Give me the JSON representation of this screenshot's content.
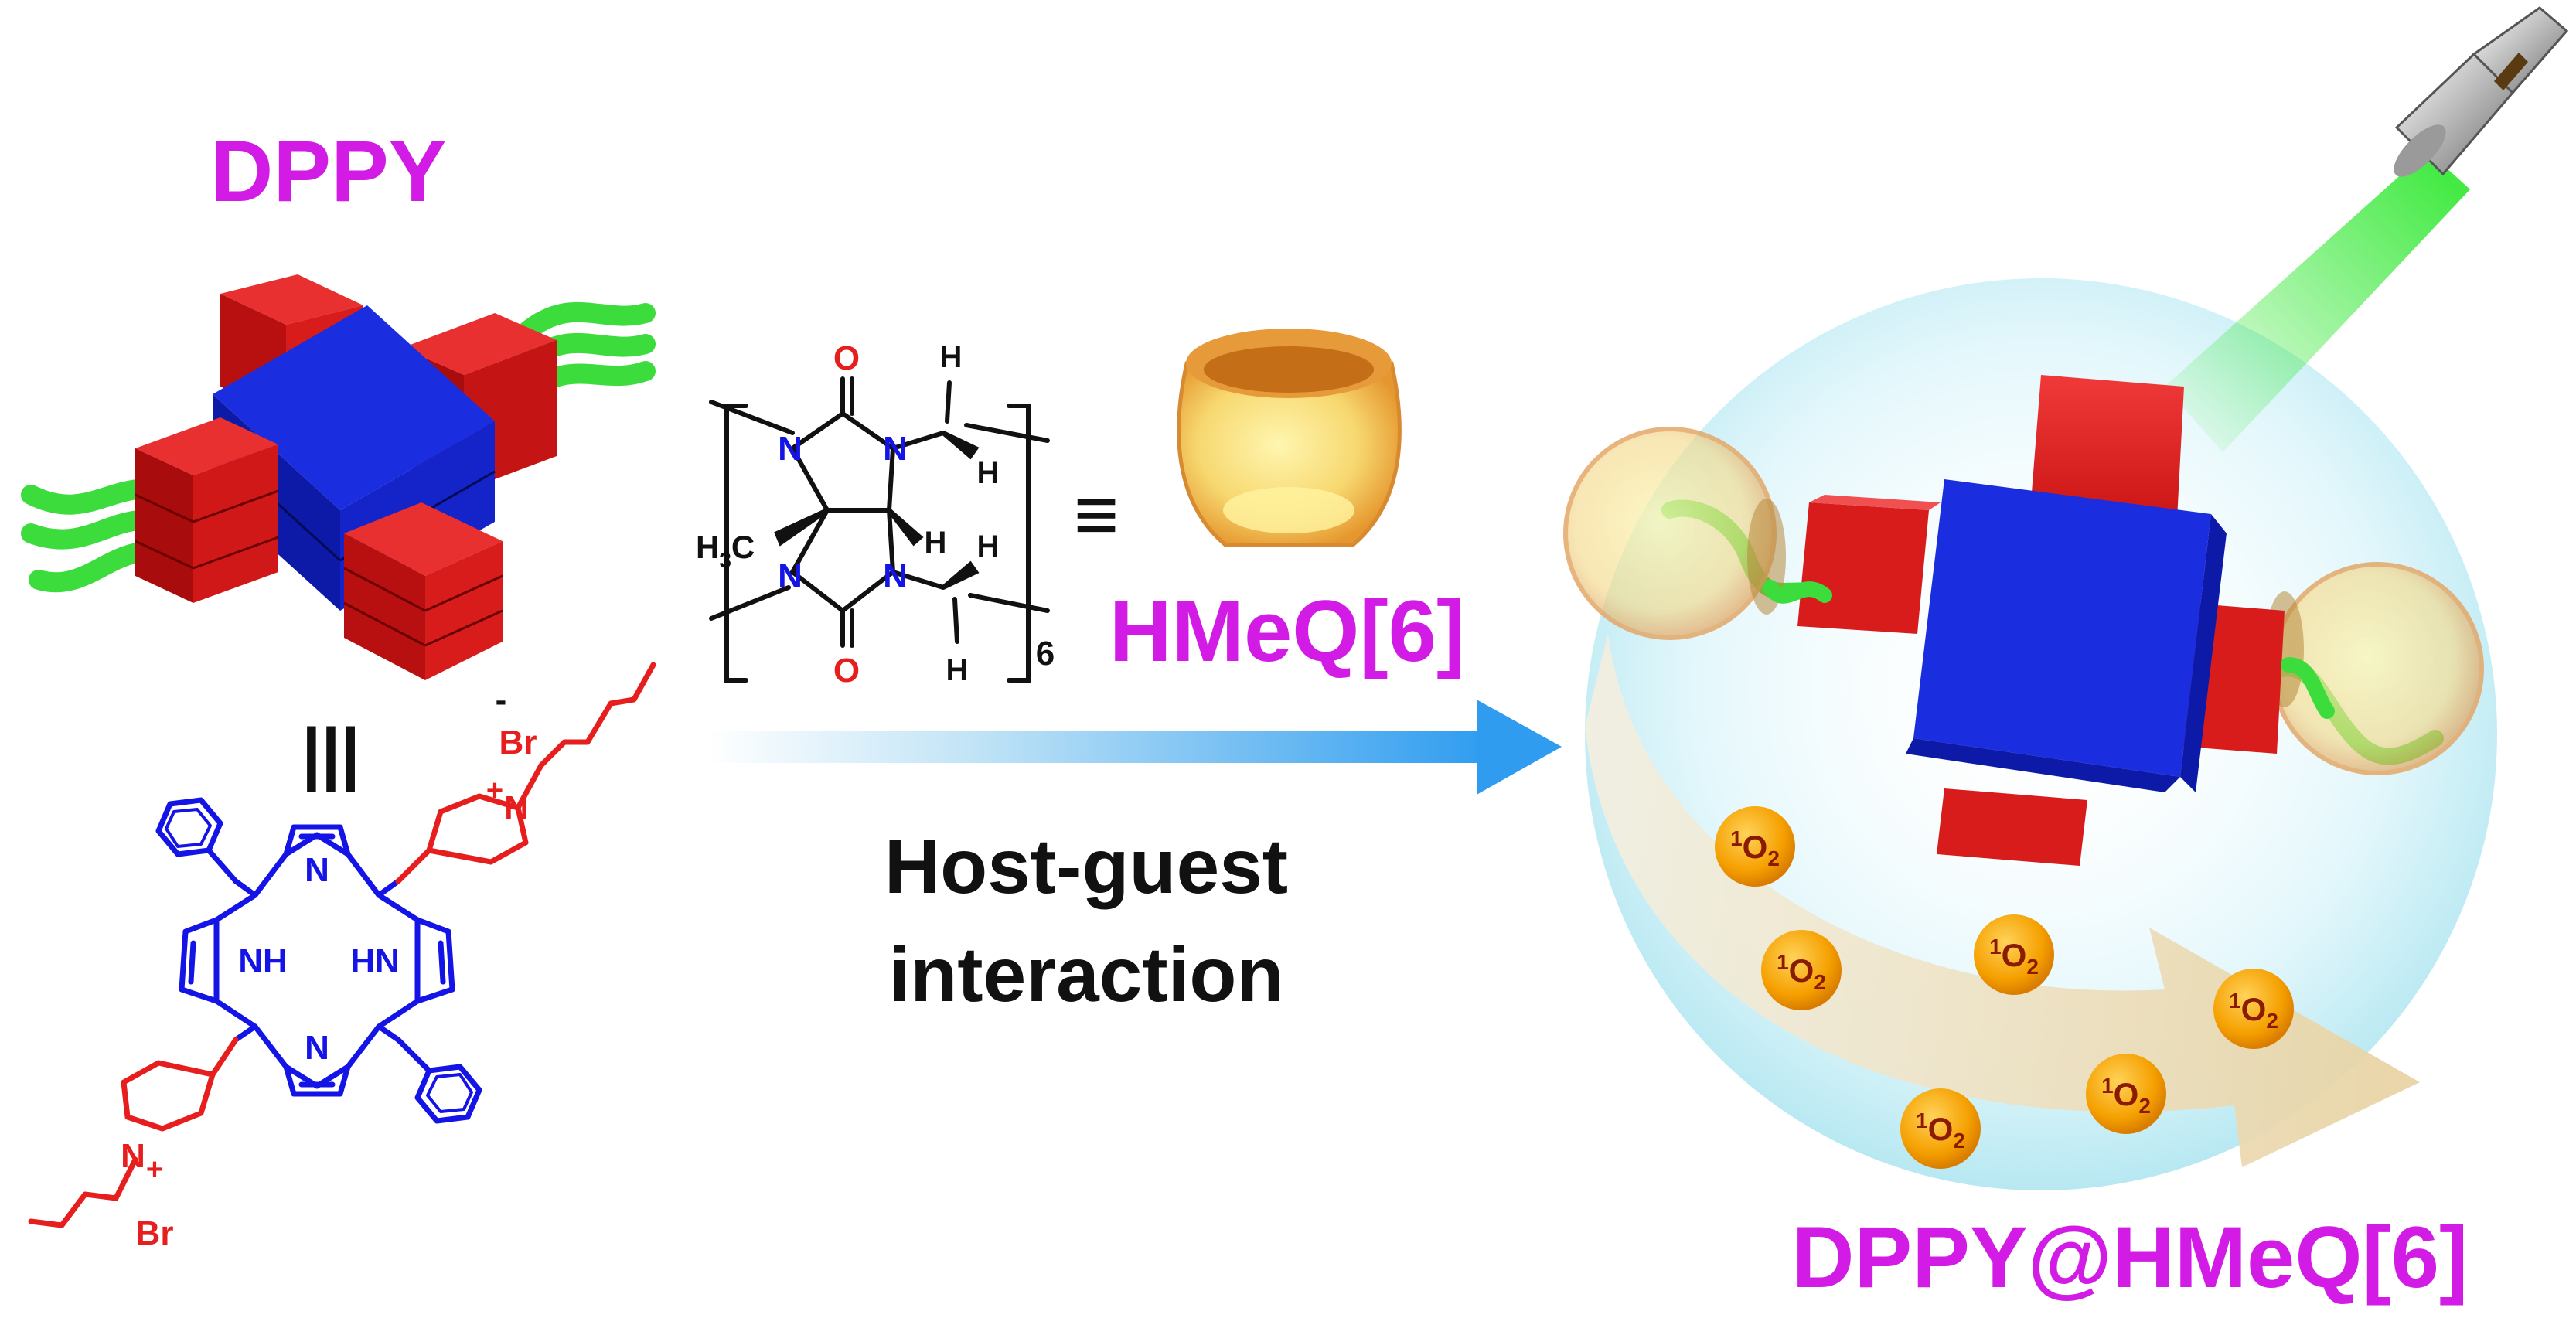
{
  "labels": {
    "dppy_title": "DPPY",
    "host_name": "HMeQ[6]",
    "complex_name": "DPPY@HMeQ[6]",
    "process_line1": "Host-guest",
    "process_line2": "interaction",
    "equiv_left": "|||",
    "equiv_right": "≡"
  },
  "chemistry": {
    "nitrogen": "N",
    "oxygen": "O",
    "hydrogen": "H",
    "methyl": "H3C",
    "methyl_main": "H",
    "methyl_sub": "3",
    "methyl_tail": "C",
    "nh": "NH",
    "hn": "HN",
    "bromide": "Br",
    "minus": "-",
    "plus": "+",
    "repeat_n": "6"
  },
  "singlet_oxygen": {
    "sup": "1",
    "main": "O",
    "sub": "2",
    "count": 6
  },
  "colors": {
    "magenta": "#d21ce6",
    "porphyrin_blue": "#1414e6",
    "pyridinium_red": "#e61e1e",
    "block_red": "#e01a1a",
    "block_blue": "#1a2ee0",
    "tail_green": "#3ddc3d",
    "arrow_blue": "#2f9cf0",
    "oxygen_orange": "#f5a000",
    "laser_green": "#22d622"
  }
}
